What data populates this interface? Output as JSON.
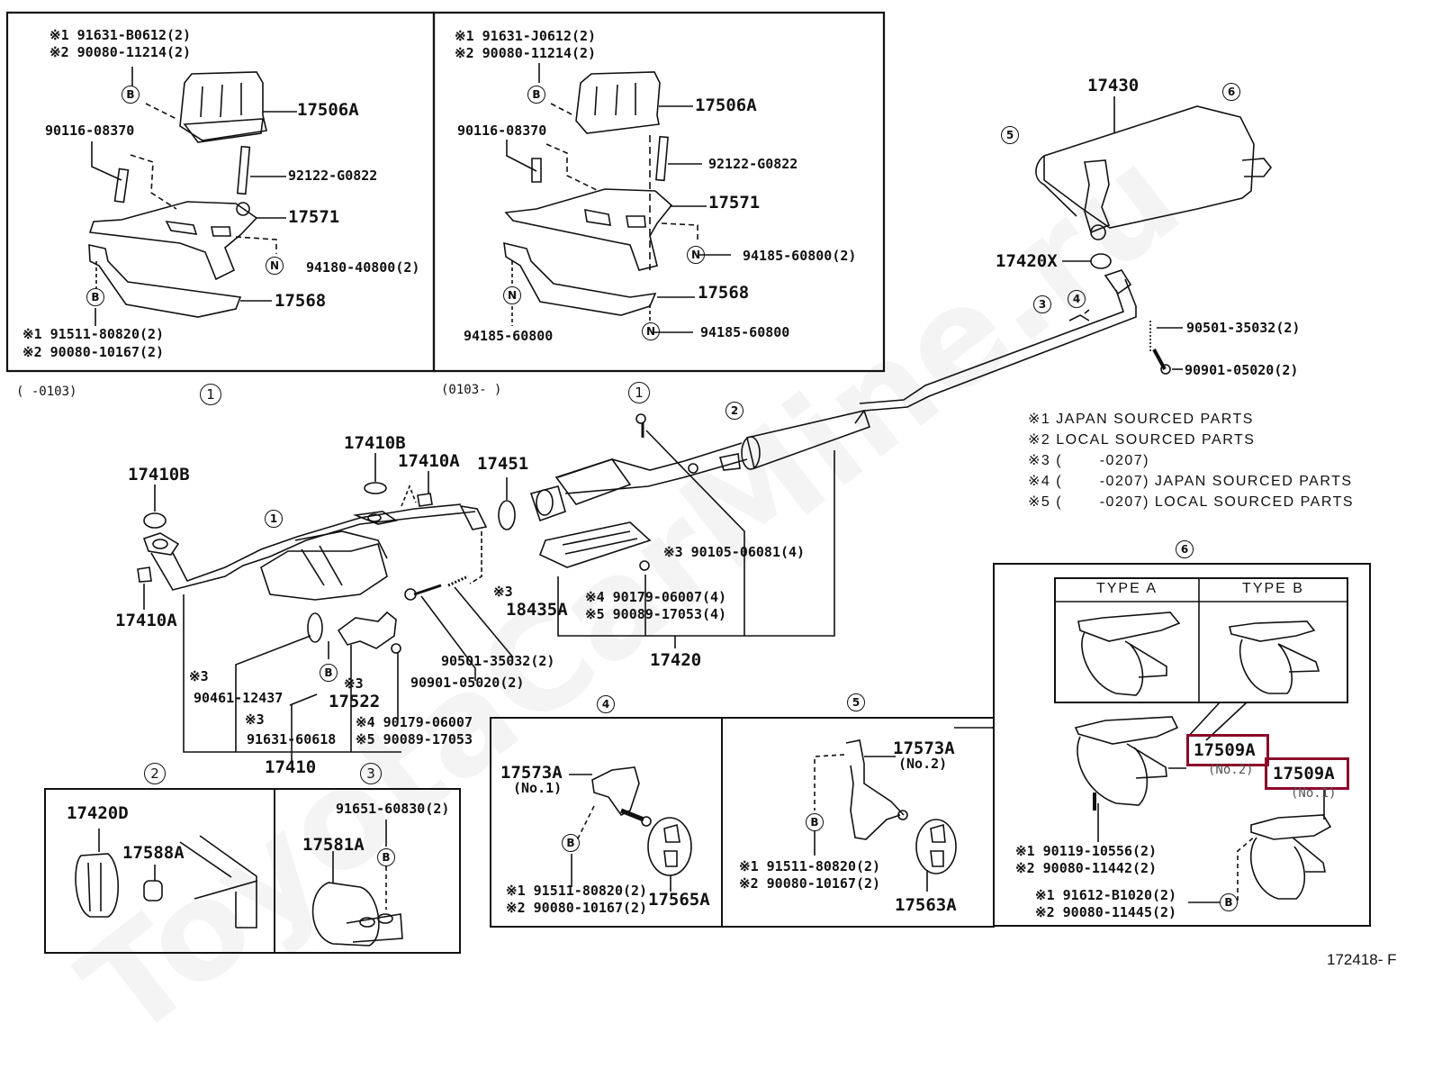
{
  "document_id": "172418- F",
  "watermark": "ToyotaCarMine.ru",
  "legend": [
    {
      "mark": "※1",
      "text": "JAPAN SOURCED PARTS"
    },
    {
      "mark": "※2",
      "text": "LOCAL SOURCED PARTS"
    },
    {
      "mark": "※3",
      "text": "(       -0207)"
    },
    {
      "mark": "※4",
      "text": "(       -0207) JAPAN SOURCED PARTS"
    },
    {
      "mark": "※5",
      "text": "(       -0207) LOCAL SOURCED PARTS"
    }
  ],
  "inset_left": {
    "period": "(      -0103)",
    "ref": "1",
    "labels": {
      "bolt_j": "※1 91631-B0612(2)",
      "bolt_l": "※2 90080-11214(2)",
      "b": "B",
      "insulator": "17506A",
      "bolt1": "90116-08370",
      "stud": "92122-G0822",
      "bracket": "17571",
      "n": "N",
      "nut": "94180-40800(2)",
      "b2": "B",
      "stay": "17568",
      "bolt2_j": "※1 91511-80820(2)",
      "bolt2_l": "※2 90080-10167(2)"
    }
  },
  "inset_right": {
    "period": "(0103-      )",
    "labels": {
      "bolt_j": "※1 91631-J0612(2)",
      "bolt_l": "※2 90080-11214(2)",
      "b": "B",
      "insulator": "17506A",
      "bolt1": "90116-08370",
      "stud": "92122-G0822",
      "bracket": "17571",
      "n1": "N",
      "nut1": "94185-60800(2)",
      "stay": "17568",
      "n2": "N",
      "nut2": "94185-60800",
      "n3": "N",
      "nut3": "94185-60800"
    }
  },
  "main": {
    "refs": {
      "r1a": "1",
      "r1b": "1",
      "r1c": "1",
      "r2": "2",
      "r3": "3",
      "r4": "4",
      "r5": "5",
      "r6": "6"
    },
    "labels": {
      "gasket_b1": "17410B",
      "gasket_b2": "17410B",
      "nut_a1": "17410A",
      "nut_a2": "17410A",
      "gasket_17451": "17451",
      "front_pipe": "17410",
      "center_pipe": "17420",
      "tail_muffler": "17430",
      "gasket_x": "17420X",
      "spring_rear": "90501-35032(2)",
      "bolt_rear": "90901-05020(2)",
      "bolt_4": "※3 90105-06081(4)",
      "heat_ins_mark": "※3",
      "heat_ins": "18435A",
      "nut_4j": "※4 90179-06007(4)",
      "nut_4l": "※5 90089-17053(4)",
      "spring_front": "90501-35032(2)",
      "bolt_front": "90901-05020(2)",
      "clamp_mark": "※3",
      "clamp": "90461-12437",
      "bracket_mark": "※3",
      "bracket": "17522",
      "bolt_b_mark": "※3",
      "bolt_b": "91631-60618",
      "nut_j": "※4 90179-06007",
      "nut_l": "※5 90089-17053",
      "b": "B"
    }
  },
  "panel2": {
    "ref": "2",
    "labels": {
      "support": "17420D",
      "cushion": "17588A"
    }
  },
  "panel3": {
    "ref": "3",
    "labels": {
      "bolt": "91651-60830(2)",
      "cushion": "17581A",
      "b": "B"
    }
  },
  "panel4": {
    "ref": "4",
    "labels": {
      "bracket": "17573A",
      "bracket_no": "(No.1)",
      "b": "B",
      "bolt_j": "※1 91511-80820(2)",
      "bolt_l": "※2 90080-10167(2)",
      "support": "17565A"
    }
  },
  "panel5": {
    "ref": "5",
    "labels": {
      "bracket": "17573A",
      "bracket_no": "(No.2)",
      "b": "B",
      "bolt_j": "※1 91511-80820(2)",
      "bolt_l": "※2 90080-10167(2)",
      "support": "17563A"
    }
  },
  "panel6": {
    "ref": "6",
    "type_a": "TYPE  A",
    "type_b": "TYPE  B",
    "labels": {
      "hanger_no2": "17509A",
      "hanger_no2_sub": "(No.2)",
      "hanger_no1": "17509A",
      "hanger_no1_sub": "(No.1)",
      "bolt_j": "※1  90119-10556(2)",
      "bolt_l": "※2  90080-11442(2)",
      "bolt2_j": "※1  91612-B1020(2)",
      "bolt2_l": "※2  90080-11445(2)",
      "b": "B"
    },
    "highlight_color": "#8b0a2a"
  }
}
